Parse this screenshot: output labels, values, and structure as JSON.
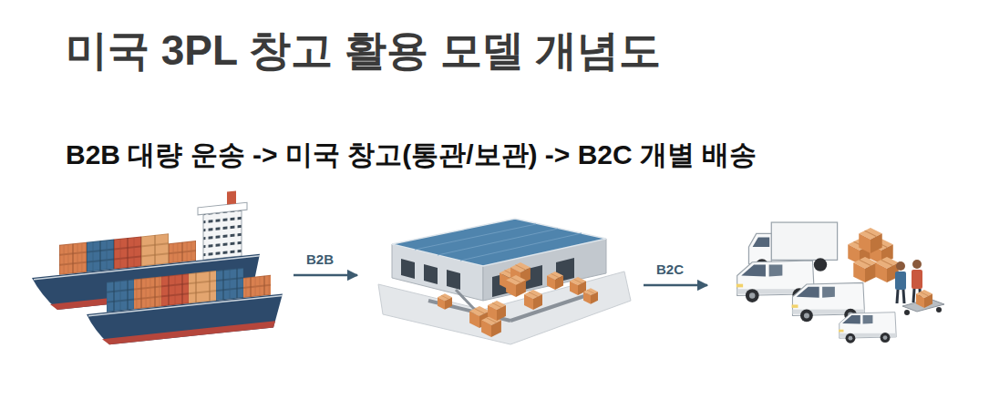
{
  "diagram": {
    "title": "미국 3PL 창고 활용 모델 개념도",
    "labels": [
      "B2B 대량 운송 -> 미국 창고(통관/보관) -> B2C 개별 배송",
      "B2B",
      "B2C"
    ]
  }
}
